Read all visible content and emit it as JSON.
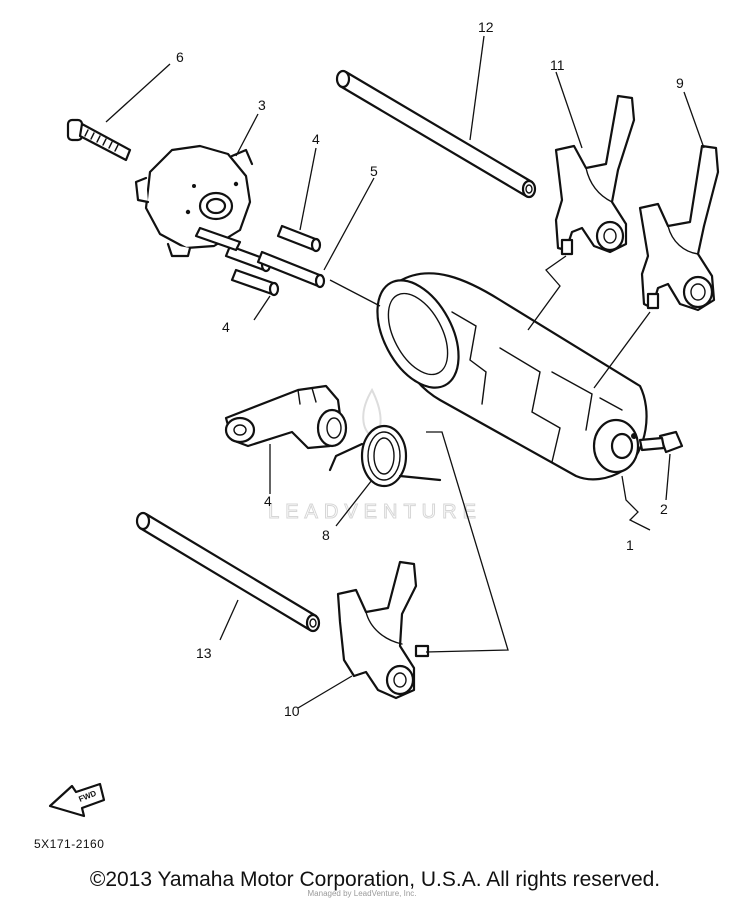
{
  "callouts": {
    "c1": "1",
    "c2": "2",
    "c3": "3",
    "c4a": "4",
    "c4b": "4",
    "c5": "5",
    "c6": "6",
    "c7": "4",
    "c8": "8",
    "c9": "9",
    "c10": "10",
    "c11": "11",
    "c12": "12",
    "c13": "13"
  },
  "diagram_code": "5X171-2160",
  "fwd_label": "FWD",
  "watermark": "LEADVENTURE",
  "watermark_credit": "Managed by LeadVenture, Inc.",
  "copyright": "©2013 Yamaha Motor Corporation, U.S.A. All rights reserved."
}
